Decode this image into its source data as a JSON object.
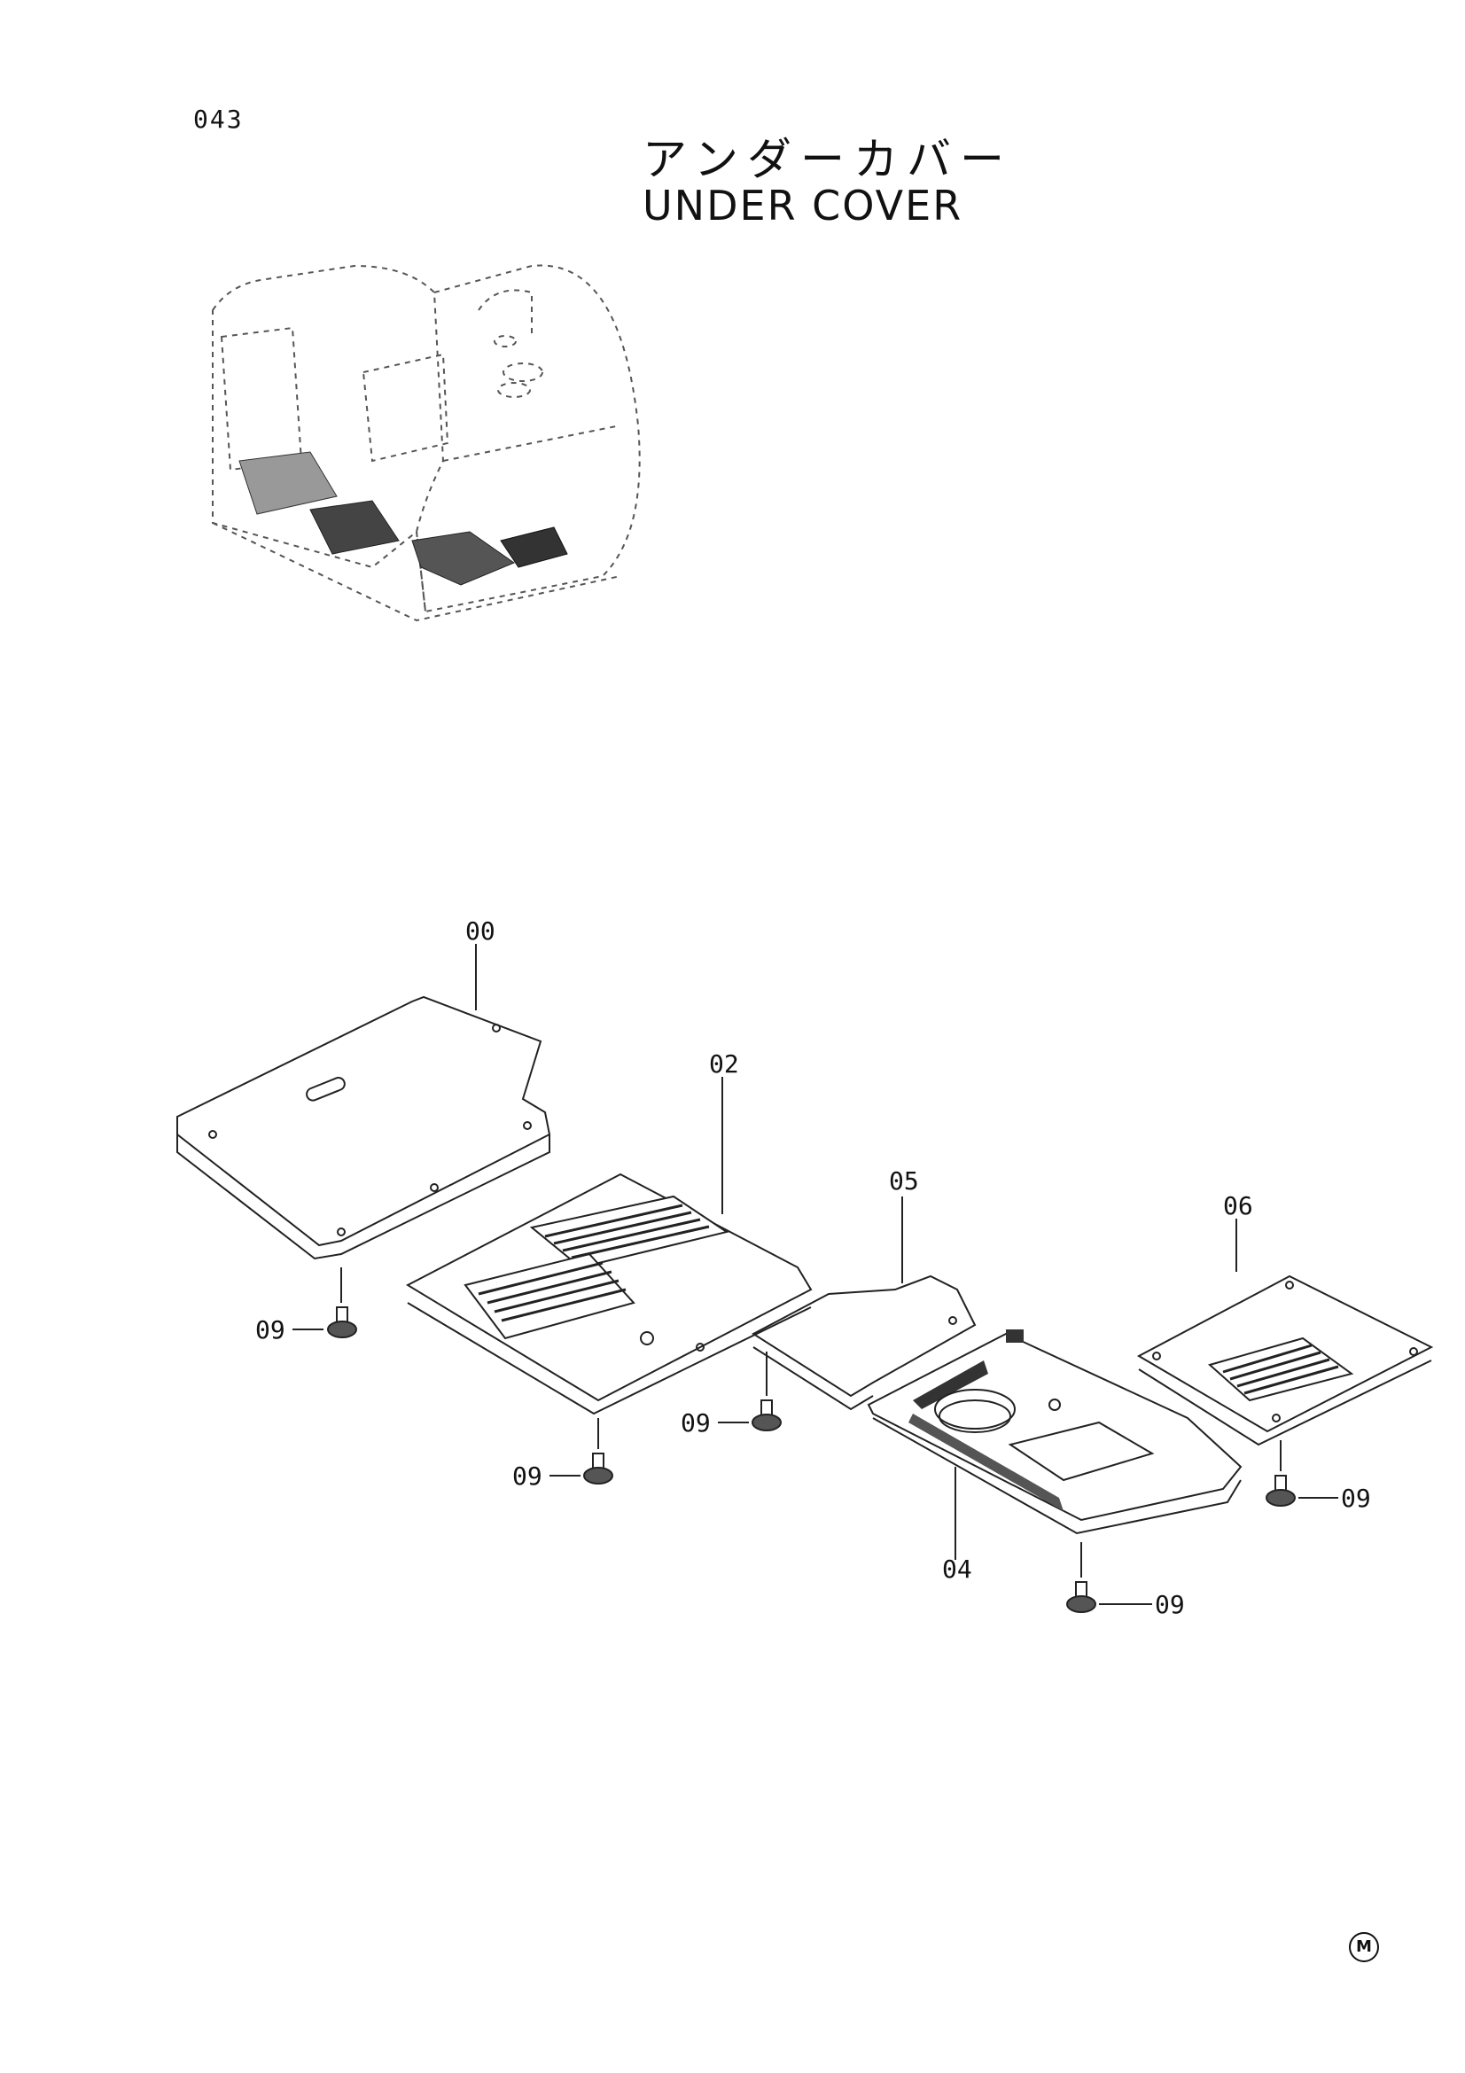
{
  "header": {
    "page_number": "043",
    "title_jp": "アンダーカバー",
    "title_en": "UNDER COVER"
  },
  "parts": {
    "p00": "00",
    "p02": "02",
    "p04": "04",
    "p05": "05",
    "p06": "06",
    "p09": "09"
  },
  "footer": {
    "mark": "M"
  }
}
